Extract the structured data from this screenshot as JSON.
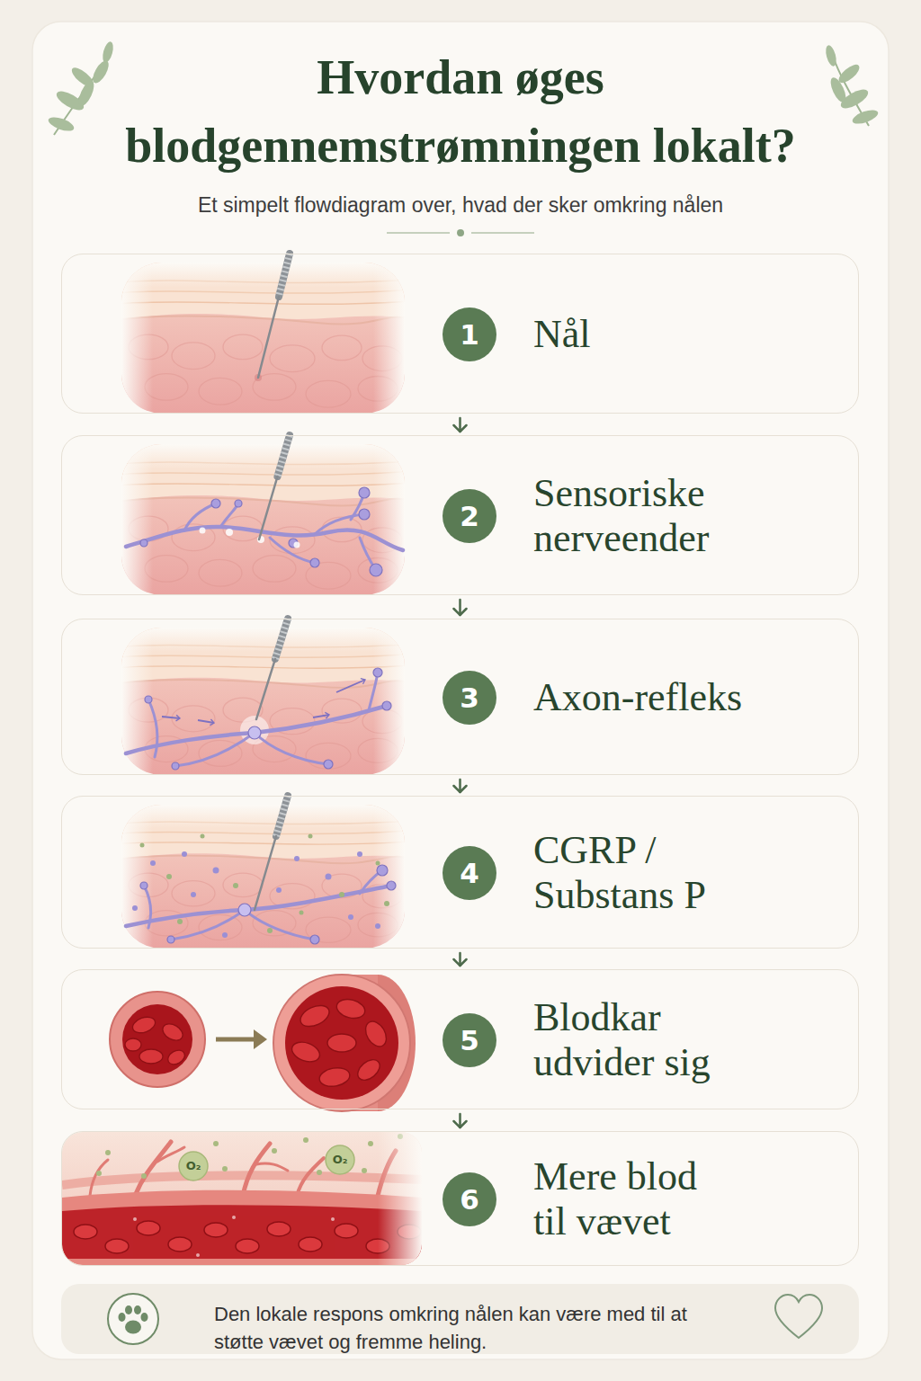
{
  "diagram": {
    "title": "Hvordan øges blodgennemstrømningen lokalt?",
    "nodes": [
      {
        "text": [
          "1",
          "Nål"
        ]
      },
      {
        "text": [
          "2",
          "Sensoriske nerveender"
        ]
      },
      {
        "text": [
          "3",
          "Axon-refleks"
        ]
      },
      {
        "text": [
          "4",
          "CGRP / Substans P"
        ]
      },
      {
        "text": [
          "5",
          "Blodkar udvider sig"
        ]
      },
      {
        "text": [
          "6",
          "Mere blod til vævet"
        ]
      },
      {
        "text": [
          "Den lokale respons omkring nålen kan være med til at støtte vævet og fremme heling."
        ]
      }
    ],
    "edges": [
      {
        "from": 0,
        "to": 1,
        "arrow": "to"
      },
      {
        "from": 1,
        "to": 2,
        "arrow": "to"
      },
      {
        "from": 2,
        "to": 3,
        "arrow": "to"
      },
      {
        "from": 3,
        "to": 4,
        "arrow": "to"
      },
      {
        "from": 4,
        "to": 5,
        "arrow": "to"
      }
    ],
    "labels": [
      "Et simpelt flowdiagram over, hvad der sker omkring nålen",
      "O₂",
      "O₂"
    ]
  }
}
